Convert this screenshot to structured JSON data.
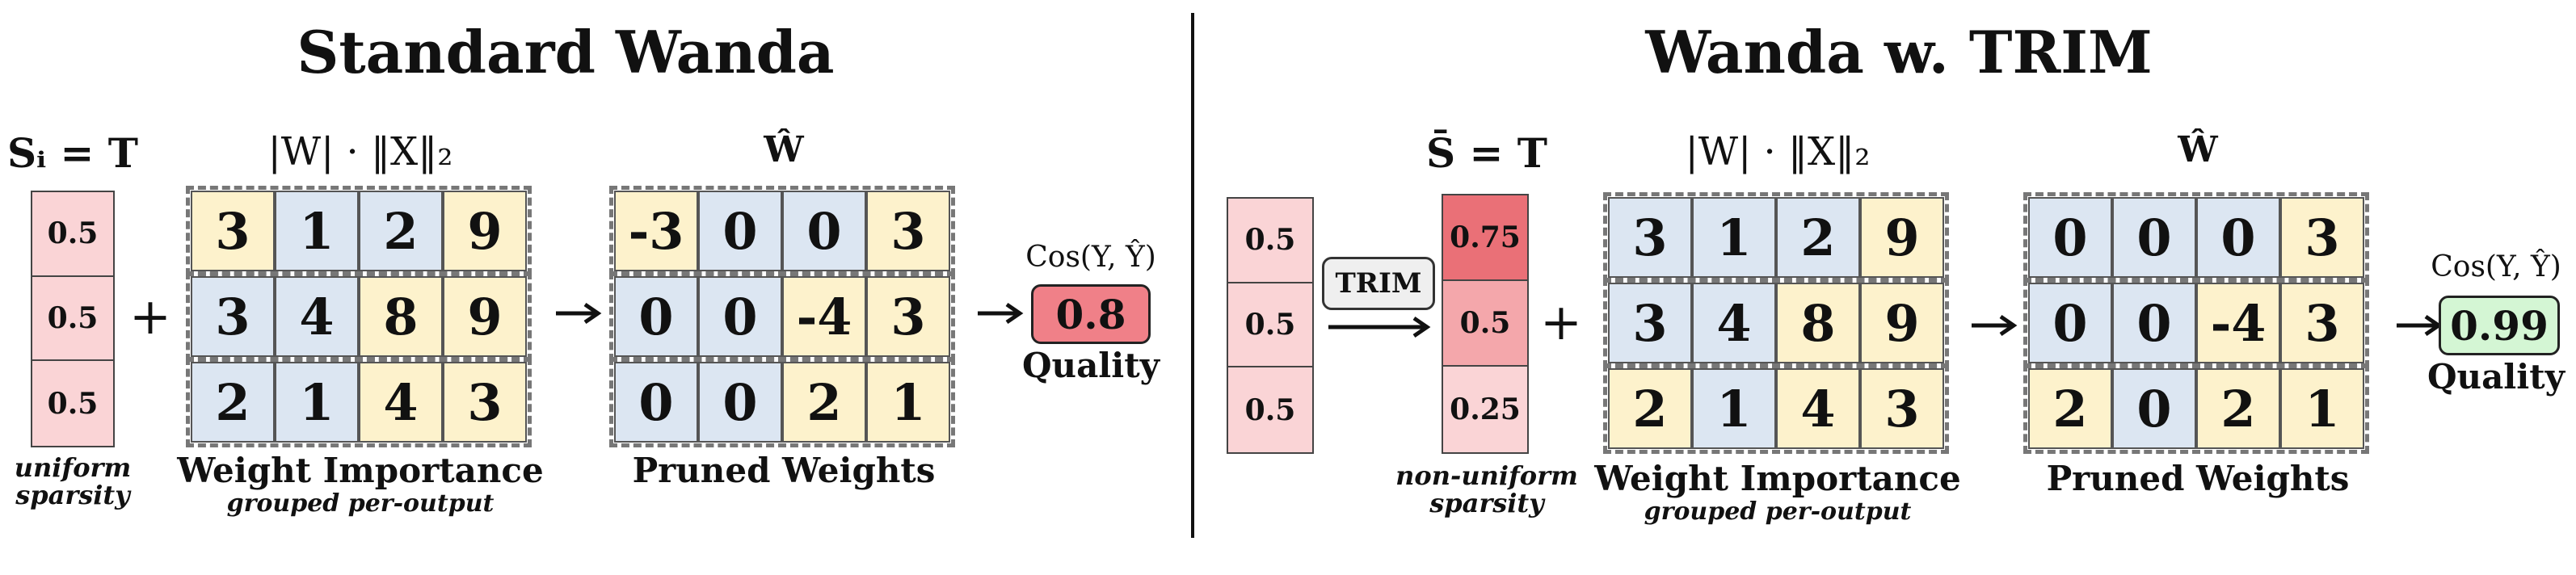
{
  "colors": {
    "blue": "#dce6f2",
    "yellow": "#fdf2cc",
    "pink_light": "#fad4d6",
    "pink_mid": "#f4a7ab",
    "pink_dark": "#ea7077",
    "quality_bad": "#f08088",
    "quality_good": "#d4f6d4"
  },
  "left": {
    "title": "Standard Wanda",
    "sparsity_label": "Sᵢ = T",
    "sparsity_values": [
      "0.5",
      "0.5",
      "0.5"
    ],
    "sparsity_caption": [
      "uniform",
      "sparsity"
    ],
    "plus": "+",
    "importance_label": "|W| · ‖X‖₂",
    "importance": [
      {
        "values": [
          "3",
          "1",
          "2",
          "9"
        ],
        "colors": [
          "yellow",
          "blue",
          "blue",
          "yellow"
        ]
      },
      {
        "values": [
          "3",
          "4",
          "8",
          "9"
        ],
        "colors": [
          "blue",
          "blue",
          "yellow",
          "yellow"
        ]
      },
      {
        "values": [
          "2",
          "1",
          "4",
          "3"
        ],
        "colors": [
          "blue",
          "blue",
          "yellow",
          "yellow"
        ]
      }
    ],
    "importance_caption": "Weight Importance",
    "importance_subcaption": "grouped per-output",
    "arrow1": "→",
    "pruned_label": "Ŵ",
    "pruned": [
      {
        "values": [
          "-3",
          "0",
          "0",
          "3"
        ],
        "colors": [
          "yellow",
          "blue",
          "blue",
          "yellow"
        ]
      },
      {
        "values": [
          "0",
          "0",
          "-4",
          "3"
        ],
        "colors": [
          "blue",
          "blue",
          "yellow",
          "yellow"
        ]
      },
      {
        "values": [
          "0",
          "0",
          "2",
          "1"
        ],
        "colors": [
          "blue",
          "blue",
          "yellow",
          "yellow"
        ]
      }
    ],
    "pruned_caption": "Pruned Weights",
    "arrow2": "→",
    "cos_label": "Cos(Y, Ŷ)",
    "quality_value": "0.8",
    "quality_caption": "Quality"
  },
  "right": {
    "title": "Wanda w. TRIM",
    "input_values": [
      "0.5",
      "0.5",
      "0.5"
    ],
    "trim_label": "TRIM",
    "sparsity_label": "S̄ = T",
    "sparsity_values": [
      "0.75",
      "0.5",
      "0.25"
    ],
    "sparsity_caption": [
      "non-uniform",
      "sparsity"
    ],
    "plus": "+",
    "importance_label": "|W| · ‖X‖₂",
    "importance": [
      {
        "values": [
          "3",
          "1",
          "2",
          "9"
        ],
        "colors": [
          "blue",
          "blue",
          "blue",
          "yellow"
        ]
      },
      {
        "values": [
          "3",
          "4",
          "8",
          "9"
        ],
        "colors": [
          "blue",
          "blue",
          "yellow",
          "yellow"
        ]
      },
      {
        "values": [
          "2",
          "1",
          "4",
          "3"
        ],
        "colors": [
          "yellow",
          "blue",
          "yellow",
          "yellow"
        ]
      }
    ],
    "importance_caption": "Weight Importance",
    "importance_subcaption": "grouped per-output",
    "arrow1": "→",
    "pruned_label": "Ŵ",
    "pruned": [
      {
        "values": [
          "0",
          "0",
          "0",
          "3"
        ],
        "colors": [
          "blue",
          "blue",
          "blue",
          "yellow"
        ]
      },
      {
        "values": [
          "0",
          "0",
          "-4",
          "3"
        ],
        "colors": [
          "blue",
          "blue",
          "yellow",
          "yellow"
        ]
      },
      {
        "values": [
          "2",
          "0",
          "2",
          "1"
        ],
        "colors": [
          "yellow",
          "blue",
          "yellow",
          "yellow"
        ]
      }
    ],
    "pruned_caption": "Pruned Weights",
    "arrow2": "→",
    "cos_label": "Cos(Y, Ŷ)",
    "quality_value": "0.99",
    "quality_caption": "Quality"
  }
}
